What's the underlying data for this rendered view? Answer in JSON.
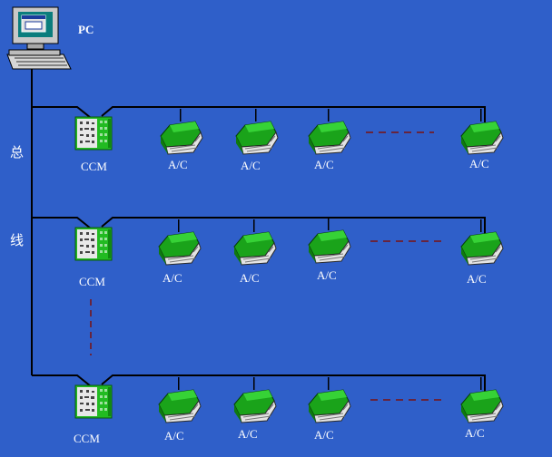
{
  "pc_label": "PC",
  "bus_label_top": "总",
  "bus_label_bottom": "线",
  "colors": {
    "background": "#2f5fc9",
    "line": "#000000",
    "ccm_green": "#22bb22",
    "ac_green": "#1aa31a",
    "dash_red": "#7a1010"
  },
  "rows": [
    {
      "ccm_label": "CCM",
      "ac_units": [
        {
          "label": "A/C"
        },
        {
          "label": "A/C"
        },
        {
          "label": "A/C"
        },
        {
          "label": "A/C"
        }
      ]
    },
    {
      "ccm_label": "CCM",
      "ac_units": [
        {
          "label": "A/C"
        },
        {
          "label": "A/C"
        },
        {
          "label": "A/C"
        },
        {
          "label": "A/C"
        }
      ]
    },
    {
      "ccm_label": "CCM",
      "ac_units": [
        {
          "label": "A/C"
        },
        {
          "label": "A/C"
        },
        {
          "label": "A/C"
        },
        {
          "label": "A/C"
        }
      ]
    }
  ]
}
